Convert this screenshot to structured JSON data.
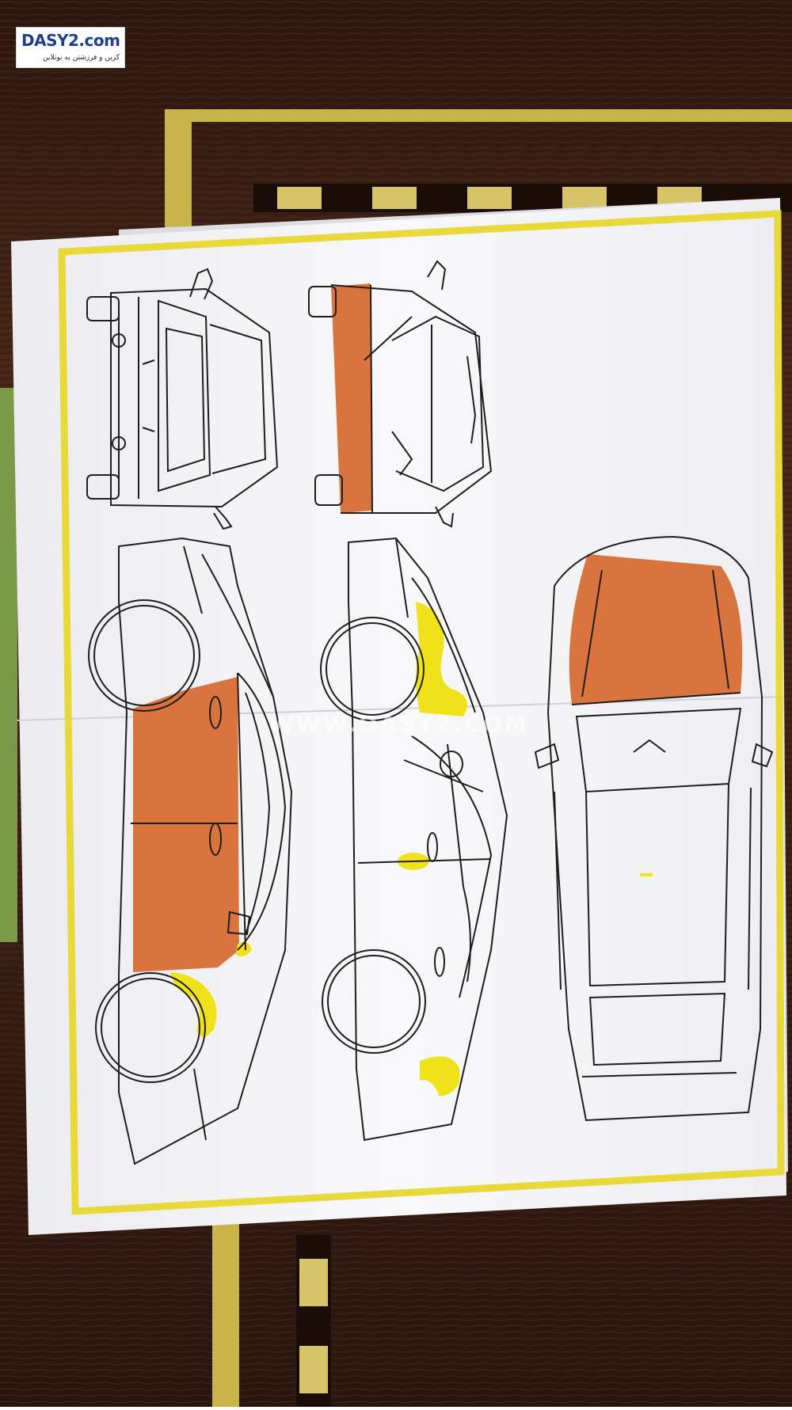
{
  "logo": {
    "brand": "DASY2.com",
    "tagline": "کرین و فرزشتن به نوتلاین"
  },
  "watermark": "WWW.DASY2.COM",
  "colors": {
    "paint_marked": "#d9743f",
    "touchup_marked": "#f0e21a",
    "paper": "#f4f4f6",
    "frame_border": "#e8d93a",
    "wood": "#3a1f14"
  },
  "car_views": [
    {
      "view": "front",
      "marks": []
    },
    {
      "view": "rear",
      "marks": [
        "painted"
      ]
    },
    {
      "view": "left-side",
      "marks": [
        "painted",
        "touch-up"
      ]
    },
    {
      "view": "right-side",
      "marks": [
        "touch-up"
      ]
    },
    {
      "view": "top",
      "marks": [
        "painted",
        "touch-up"
      ]
    }
  ]
}
